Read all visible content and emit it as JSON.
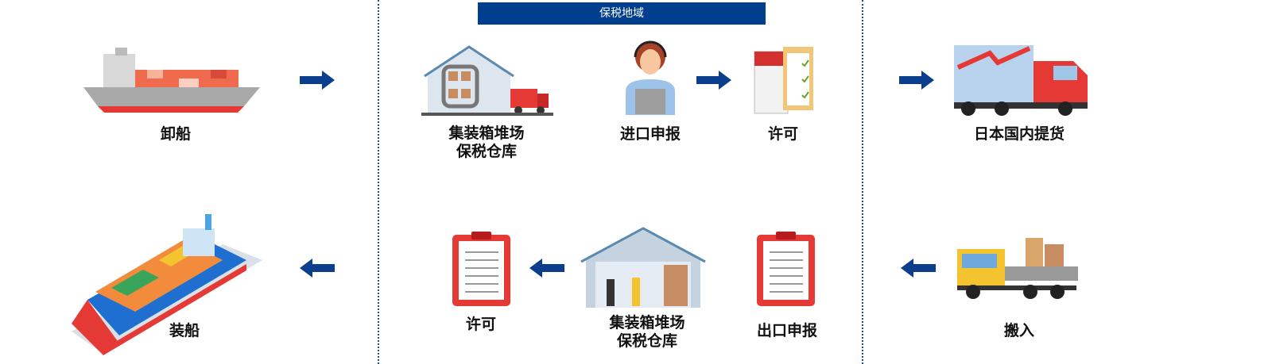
{
  "header": {
    "title": "保税地域"
  },
  "top_row": [
    {
      "icon": "ship-icon",
      "label": "卸船"
    },
    {
      "icon": "warehouse-icon",
      "label_lines": [
        "集装箱堆场",
        "保税仓库"
      ]
    },
    {
      "icon": "operator-icon",
      "label": "进口申报"
    },
    {
      "icon": "calendar-checklist-icon",
      "label": "许可"
    },
    {
      "icon": "truck-icon",
      "label": "日本国内提货"
    }
  ],
  "bottom_row": [
    {
      "icon": "container-ship-icon",
      "label": "装船"
    },
    {
      "icon": "clipboard-icon",
      "label": "许可"
    },
    {
      "icon": "warehouse-forklift-icon",
      "label_lines": [
        "集装箱堆场",
        "保税仓库"
      ]
    },
    {
      "icon": "clipboard-icon",
      "label": "出口申报"
    },
    {
      "icon": "cargo-truck-icon",
      "label": "搬入"
    }
  ],
  "colors": {
    "accent": "#003f8f",
    "arrow": "#0b3f8e",
    "red": "#e53935"
  }
}
